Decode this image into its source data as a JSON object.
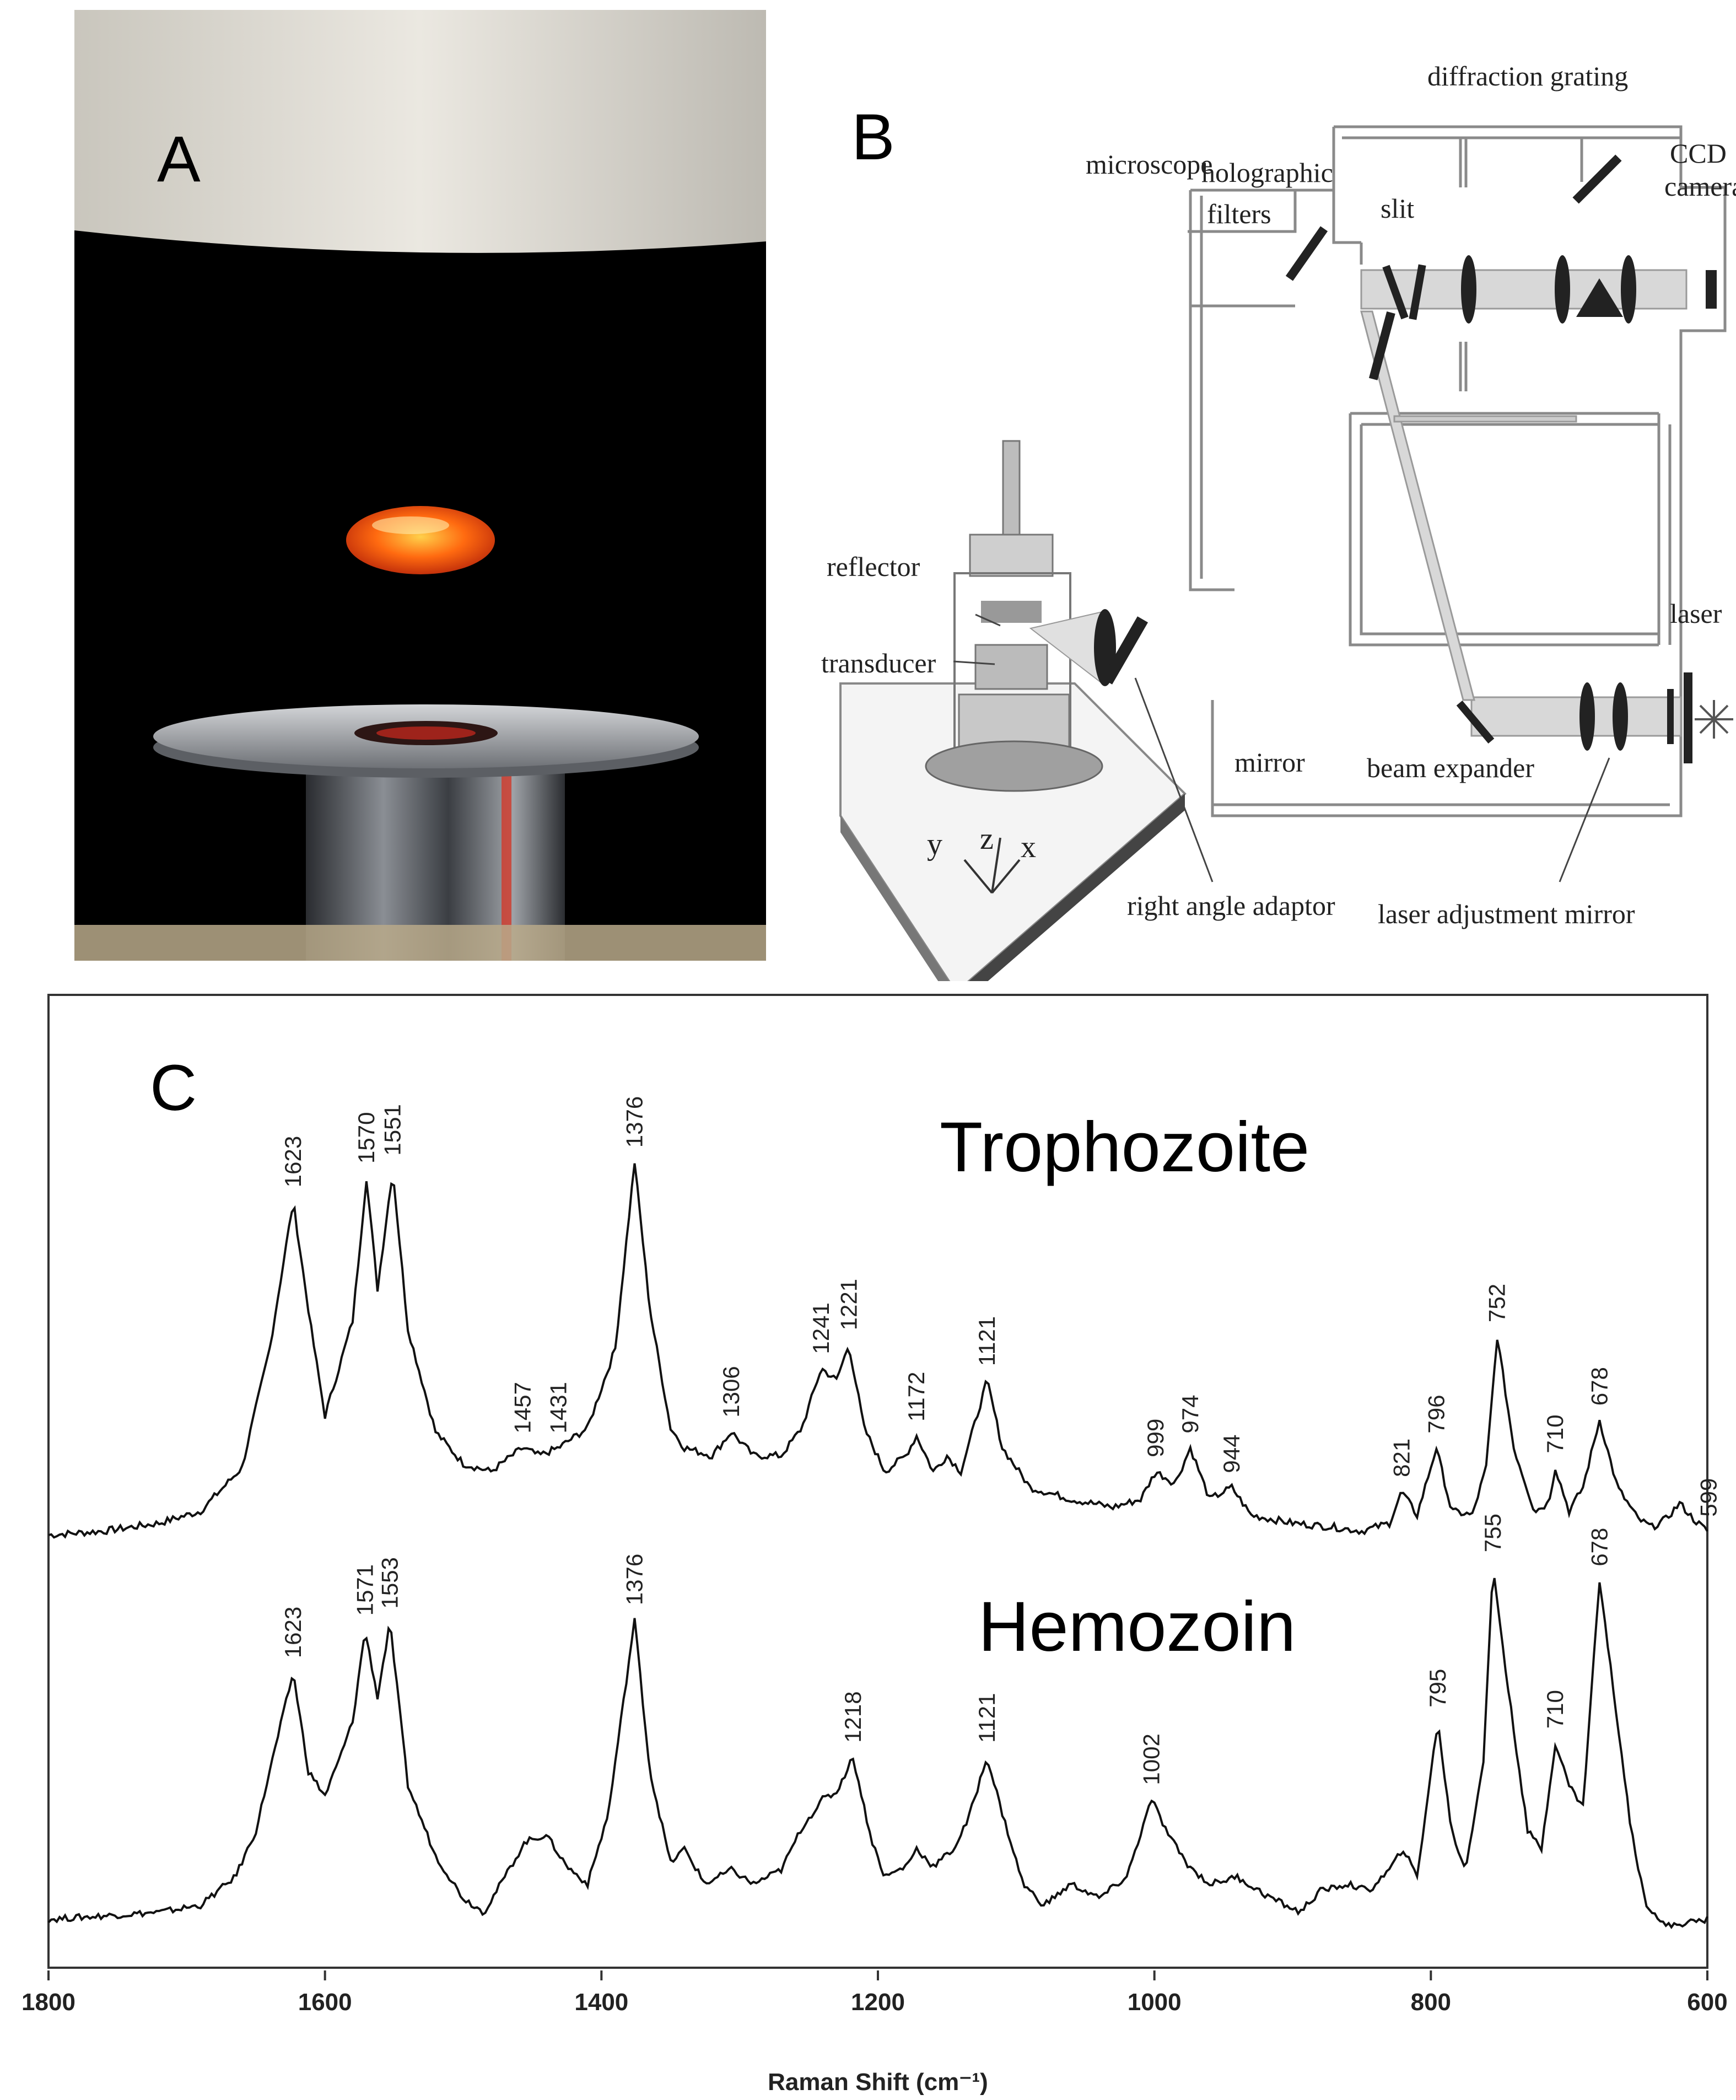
{
  "panels": {
    "a": {
      "letter": "A"
    },
    "b": {
      "letter": "B",
      "labels": {
        "microscope": "microscope",
        "diffraction": "diffraction grating",
        "holo1": "holographic",
        "holo2": "filters",
        "slit": "slit",
        "ccd1": "CCD",
        "ccd2": "camera",
        "reflector": "reflector",
        "transducer": "transducer",
        "laser": "laser",
        "mirror": "mirror",
        "beam": "beam expander",
        "rightangle": "right angle adaptor",
        "laseradj": "laser adjustment mirror",
        "axis_y": "y",
        "axis_z": "z",
        "axis_x": "x"
      }
    },
    "c": {
      "letter": "C"
    }
  },
  "colors": {
    "line": "#111111",
    "frame": "#333333",
    "droplet": "#ff6a1a",
    "schematic": "#a6a6a6"
  },
  "chart_data": {
    "type": "line",
    "xlabel": "Raman Shift (cm⁻¹)",
    "ylabel": "",
    "xlim": [
      1800,
      600
    ],
    "x_ticks": [
      1800,
      1600,
      1400,
      1200,
      1000,
      800,
      600
    ],
    "grid": false,
    "series": [
      {
        "name": "Trophozoite",
        "baseline": 0.08,
        "points": [
          [
            1800,
            0.08
          ],
          [
            1760,
            0.09
          ],
          [
            1720,
            0.11
          ],
          [
            1690,
            0.14
          ],
          [
            1660,
            0.25
          ],
          [
            1640,
            0.55
          ],
          [
            1623,
            0.92
          ],
          [
            1610,
            0.6
          ],
          [
            1600,
            0.38
          ],
          [
            1590,
            0.5
          ],
          [
            1580,
            0.62
          ],
          [
            1570,
            0.98
          ],
          [
            1562,
            0.7
          ],
          [
            1551,
            1.0
          ],
          [
            1540,
            0.6
          ],
          [
            1520,
            0.34
          ],
          [
            1500,
            0.26
          ],
          [
            1480,
            0.24
          ],
          [
            1457,
            0.3
          ],
          [
            1445,
            0.28
          ],
          [
            1431,
            0.3
          ],
          [
            1410,
            0.35
          ],
          [
            1390,
            0.55
          ],
          [
            1376,
            1.02
          ],
          [
            1365,
            0.65
          ],
          [
            1350,
            0.35
          ],
          [
            1340,
            0.3
          ],
          [
            1320,
            0.28
          ],
          [
            1306,
            0.34
          ],
          [
            1290,
            0.28
          ],
          [
            1270,
            0.28
          ],
          [
            1255,
            0.35
          ],
          [
            1241,
            0.5
          ],
          [
            1230,
            0.47
          ],
          [
            1221,
            0.56
          ],
          [
            1210,
            0.35
          ],
          [
            1195,
            0.24
          ],
          [
            1180,
            0.28
          ],
          [
            1172,
            0.33
          ],
          [
            1160,
            0.24
          ],
          [
            1150,
            0.28
          ],
          [
            1140,
            0.24
          ],
          [
            1130,
            0.36
          ],
          [
            1121,
            0.47
          ],
          [
            1110,
            0.3
          ],
          [
            1090,
            0.2
          ],
          [
            1060,
            0.17
          ],
          [
            1030,
            0.15
          ],
          [
            1010,
            0.17
          ],
          [
            999,
            0.24
          ],
          [
            985,
            0.21
          ],
          [
            974,
            0.3
          ],
          [
            960,
            0.17
          ],
          [
            944,
            0.2
          ],
          [
            930,
            0.13
          ],
          [
            900,
            0.11
          ],
          [
            870,
            0.1
          ],
          [
            850,
            0.09
          ],
          [
            830,
            0.11
          ],
          [
            821,
            0.19
          ],
          [
            810,
            0.13
          ],
          [
            796,
            0.3
          ],
          [
            785,
            0.14
          ],
          [
            770,
            0.13
          ],
          [
            760,
            0.25
          ],
          [
            752,
            0.58
          ],
          [
            740,
            0.3
          ],
          [
            725,
            0.14
          ],
          [
            715,
            0.16
          ],
          [
            710,
            0.25
          ],
          [
            700,
            0.14
          ],
          [
            690,
            0.2
          ],
          [
            678,
            0.37
          ],
          [
            665,
            0.2
          ],
          [
            650,
            0.12
          ],
          [
            640,
            0.1
          ],
          [
            630,
            0.12
          ],
          [
            620,
            0.16
          ],
          [
            610,
            0.12
          ],
          [
            600,
            0.09
          ]
        ]
      },
      {
        "name": "Hemozoin",
        "baseline": 0.08,
        "points": [
          [
            1800,
            0.1
          ],
          [
            1760,
            0.11
          ],
          [
            1720,
            0.12
          ],
          [
            1690,
            0.14
          ],
          [
            1665,
            0.22
          ],
          [
            1650,
            0.35
          ],
          [
            1640,
            0.52
          ],
          [
            1623,
            0.8
          ],
          [
            1612,
            0.52
          ],
          [
            1600,
            0.45
          ],
          [
            1590,
            0.55
          ],
          [
            1580,
            0.66
          ],
          [
            1571,
            0.92
          ],
          [
            1562,
            0.73
          ],
          [
            1553,
            0.94
          ],
          [
            1540,
            0.48
          ],
          [
            1520,
            0.28
          ],
          [
            1500,
            0.16
          ],
          [
            1485,
            0.12
          ],
          [
            1470,
            0.22
          ],
          [
            1455,
            0.32
          ],
          [
            1440,
            0.34
          ],
          [
            1425,
            0.25
          ],
          [
            1410,
            0.2
          ],
          [
            1395,
            0.4
          ],
          [
            1376,
            0.95
          ],
          [
            1365,
            0.52
          ],
          [
            1350,
            0.26
          ],
          [
            1340,
            0.3
          ],
          [
            1325,
            0.2
          ],
          [
            1306,
            0.24
          ],
          [
            1290,
            0.2
          ],
          [
            1270,
            0.24
          ],
          [
            1255,
            0.36
          ],
          [
            1240,
            0.44
          ],
          [
            1230,
            0.46
          ],
          [
            1218,
            0.56
          ],
          [
            1205,
            0.33
          ],
          [
            1195,
            0.22
          ],
          [
            1180,
            0.25
          ],
          [
            1172,
            0.3
          ],
          [
            1160,
            0.25
          ],
          [
            1145,
            0.3
          ],
          [
            1135,
            0.38
          ],
          [
            1121,
            0.56
          ],
          [
            1110,
            0.4
          ],
          [
            1095,
            0.2
          ],
          [
            1080,
            0.14
          ],
          [
            1060,
            0.2
          ],
          [
            1040,
            0.16
          ],
          [
            1020,
            0.22
          ],
          [
            1002,
            0.44
          ],
          [
            990,
            0.34
          ],
          [
            975,
            0.25
          ],
          [
            960,
            0.2
          ],
          [
            940,
            0.22
          ],
          [
            920,
            0.17
          ],
          [
            895,
            0.12
          ],
          [
            880,
            0.18
          ],
          [
            860,
            0.2
          ],
          [
            845,
            0.18
          ],
          [
            830,
            0.24
          ],
          [
            820,
            0.3
          ],
          [
            810,
            0.22
          ],
          [
            795,
            0.66
          ],
          [
            785,
            0.35
          ],
          [
            775,
            0.24
          ],
          [
            762,
            0.55
          ],
          [
            755,
            1.1
          ],
          [
            745,
            0.78
          ],
          [
            730,
            0.35
          ],
          [
            720,
            0.3
          ],
          [
            710,
            0.6
          ],
          [
            700,
            0.48
          ],
          [
            690,
            0.42
          ],
          [
            678,
            1.06
          ],
          [
            665,
            0.66
          ],
          [
            655,
            0.35
          ],
          [
            645,
            0.15
          ],
          [
            630,
            0.08
          ],
          [
            615,
            0.09
          ],
          [
            600,
            0.1
          ]
        ]
      }
    ],
    "annotations": {
      "trophozoite": [
        "1623",
        "1570",
        "1551",
        "1457",
        "1431",
        "1376",
        "1306",
        "1241",
        "1221",
        "1172",
        "1121",
        "999",
        "974",
        "944",
        "821",
        "796",
        "752",
        "710",
        "678",
        "599"
      ],
      "hemozoin": [
        "1623",
        "1571",
        "1553",
        "1376",
        "1218",
        "1121",
        "1002",
        "795",
        "755",
        "710",
        "678"
      ]
    }
  }
}
